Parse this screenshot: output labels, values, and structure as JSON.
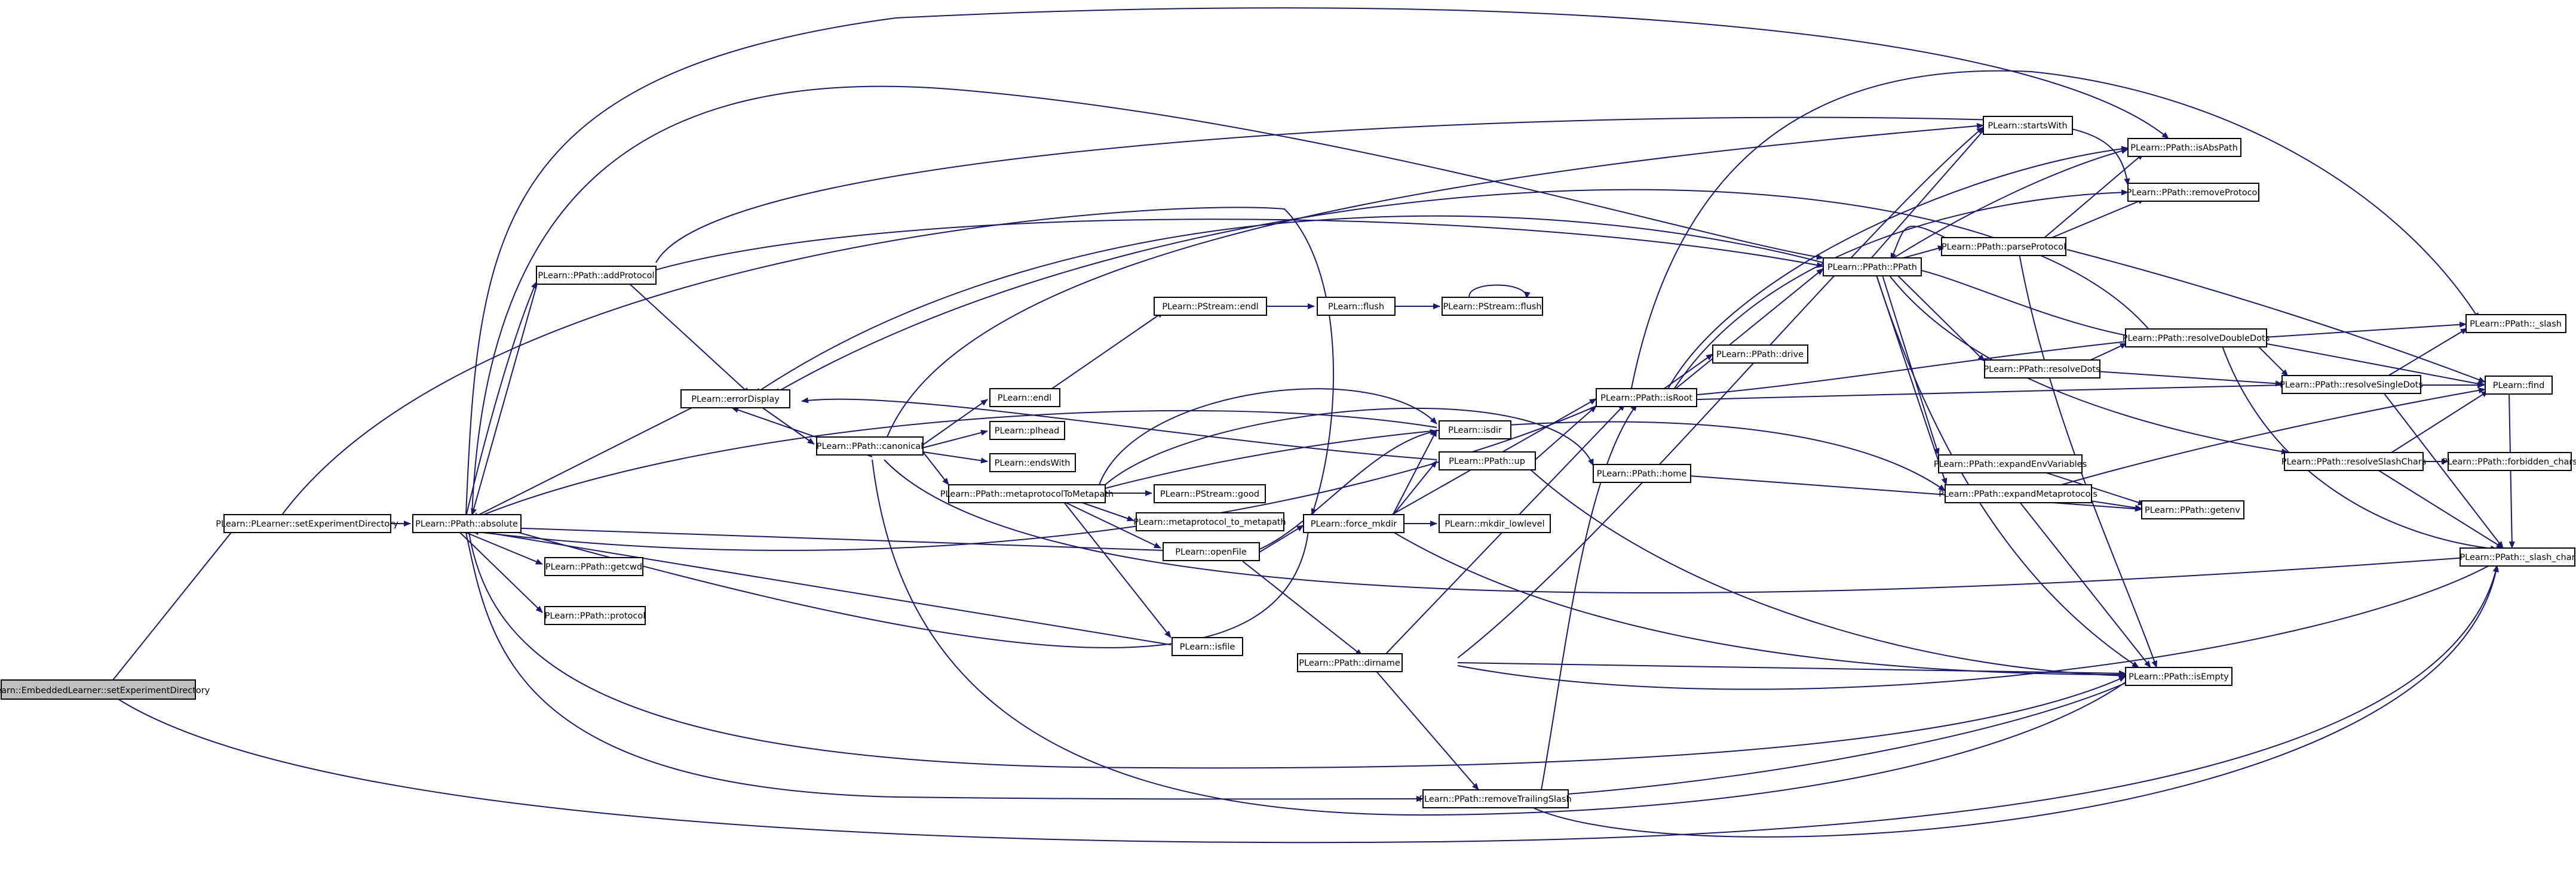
{
  "colors": {
    "edge": "#191970",
    "node_fill": "#ffffff",
    "root_fill": "#bfbfbf",
    "border": "#000000"
  },
  "nodes": [
    {
      "id": "root",
      "label": "PLearn::EmbeddedLearner::setExperimentDirectory",
      "root": true
    },
    {
      "id": "setexp",
      "label": "PLearn::PLearner::setExperimentDirectory"
    },
    {
      "id": "absolute",
      "label": "PLearn::PPath::absolute"
    },
    {
      "id": "addprotocol",
      "label": "PLearn::PPath::addProtocol"
    },
    {
      "id": "errordisplay",
      "label": "PLearn::errorDisplay"
    },
    {
      "id": "getcwd",
      "label": "PLearn::PPath::getcwd"
    },
    {
      "id": "protocol",
      "label": "PLearn::PPath::protocol"
    },
    {
      "id": "canonical",
      "label": "PLearn::PPath::canonical"
    },
    {
      "id": "endl",
      "label": "PLearn::endl"
    },
    {
      "id": "pstream_endl",
      "label": "PLearn::PStream::endl"
    },
    {
      "id": "flush",
      "label": "PLearn::flush"
    },
    {
      "id": "pstream_flush",
      "label": "PLearn::PStream::flush"
    },
    {
      "id": "plhead",
      "label": "PLearn::plhead"
    },
    {
      "id": "endswith",
      "label": "PLearn::endsWith"
    },
    {
      "id": "metaprotocol",
      "label": "PLearn::PPath::metaprotocolToMetapath"
    },
    {
      "id": "pstream_good",
      "label": "PLearn::PStream::good"
    },
    {
      "id": "metaprotocol_to_metapath",
      "label": "PLearn::metaprotocol_to_metapath"
    },
    {
      "id": "openfile",
      "label": "PLearn::openFile"
    },
    {
      "id": "isfile",
      "label": "PLearn::isfile"
    },
    {
      "id": "force_mkdir",
      "label": "PLearn::force_mkdir"
    },
    {
      "id": "isdir",
      "label": "PLearn::isdir"
    },
    {
      "id": "up",
      "label": "PLearn::PPath::up"
    },
    {
      "id": "mkdir_lowlevel",
      "label": "PLearn::mkdir_lowlevel"
    },
    {
      "id": "dirname",
      "label": "PLearn::PPath::dirname"
    },
    {
      "id": "removetrailingslash",
      "label": "PLearn::PPath::removeTrailingSlash"
    },
    {
      "id": "isroot",
      "label": "PLearn::PPath::isRoot"
    },
    {
      "id": "home",
      "label": "PLearn::PPath::home"
    },
    {
      "id": "drive",
      "label": "PLearn::PPath::drive"
    },
    {
      "id": "ppath",
      "label": "PLearn::PPath::PPath"
    },
    {
      "id": "startswith",
      "label": "PLearn::startsWith"
    },
    {
      "id": "isabspath",
      "label": "PLearn::PPath::isAbsPath"
    },
    {
      "id": "removeprotocol",
      "label": "PLearn::PPath::removeProtocol"
    },
    {
      "id": "parseprotocol",
      "label": "PLearn::PPath::parseProtocol"
    },
    {
      "id": "resolvedots",
      "label": "PLearn::PPath::resolveDots"
    },
    {
      "id": "resolvedoubledots",
      "label": "PLearn::PPath::resolveDoubleDots"
    },
    {
      "id": "resolvesingledots",
      "label": "PLearn::PPath::resolveSingleDots"
    },
    {
      "id": "resolveslashchars",
      "label": "PLearn::PPath::resolveSlashChars"
    },
    {
      "id": "expandenv",
      "label": "PLearn::PPath::expandEnvVariables"
    },
    {
      "id": "expandmeta",
      "label": "PLearn::PPath::expandMetaprotocols"
    },
    {
      "id": "getenv",
      "label": "PLearn::PPath::getenv"
    },
    {
      "id": "isempty",
      "label": "PLearn::PPath::isEmpty"
    },
    {
      "id": "slash",
      "label": "PLearn::PPath::_slash"
    },
    {
      "id": "find",
      "label": "PLearn::find"
    },
    {
      "id": "forbidden",
      "label": "PLearn::PPath::forbidden_chars"
    },
    {
      "id": "slash_char",
      "label": "PLearn::PPath::_slash_char"
    }
  ]
}
